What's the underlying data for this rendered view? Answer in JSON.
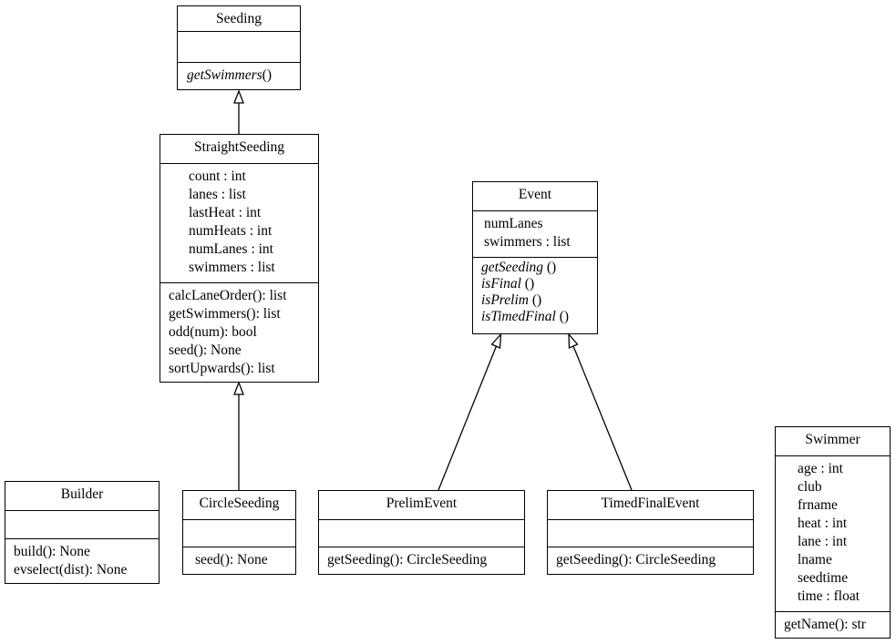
{
  "classes": {
    "seeding": {
      "name": "Seeding",
      "attributes": [],
      "methods": [
        {
          "italic": "getSwimmers",
          "rest": "()"
        }
      ]
    },
    "straight_seeding": {
      "name": "StraightSeeding",
      "attributes": [
        "count : int",
        "lanes : list",
        "lastHeat : int",
        "numHeats : int",
        "numLanes : int",
        "swimmers : list"
      ],
      "methods": [
        "calcLaneOrder(): list",
        "getSwimmers(): list",
        "odd(num): bool",
        "seed(): None",
        "sortUpwards(): list"
      ]
    },
    "event": {
      "name": "Event",
      "attributes": [
        "numLanes",
        "swimmers : list"
      ],
      "methods": [
        {
          "italic": "getSeeding",
          "rest": " ()"
        },
        {
          "italic": "isFinal",
          "rest": " ()"
        },
        {
          "italic": "isPrelim",
          "rest": " ()"
        },
        {
          "italic": "isTimedFinal",
          "rest": " ()"
        }
      ]
    },
    "builder": {
      "name": "Builder",
      "attributes": [],
      "methods": [
        "build(): None",
        "evselect(dist): None"
      ]
    },
    "circle_seeding": {
      "name": "CircleSeeding",
      "attributes": [],
      "methods": [
        "seed(): None"
      ]
    },
    "prelim_event": {
      "name": "PrelimEvent",
      "attributes": [],
      "methods": [
        "getSeeding(): CircleSeeding"
      ]
    },
    "timed_final_event": {
      "name": "TimedFinalEvent",
      "attributes": [],
      "methods": [
        "getSeeding(): CircleSeeding"
      ]
    },
    "swimmer": {
      "name": "Swimmer",
      "attributes": [
        "age : int",
        "club",
        "frname",
        "heat : int",
        "lane : int",
        "lname",
        "seedtime",
        "time : float"
      ],
      "methods": [
        "getName(): str"
      ]
    }
  },
  "relations": [
    {
      "type": "generalization",
      "from": "StraightSeeding",
      "to": "Seeding"
    },
    {
      "type": "generalization",
      "from": "CircleSeeding",
      "to": "StraightSeeding"
    },
    {
      "type": "generalization",
      "from": "PrelimEvent",
      "to": "Event"
    },
    {
      "type": "generalization",
      "from": "TimedFinalEvent",
      "to": "Event"
    }
  ]
}
